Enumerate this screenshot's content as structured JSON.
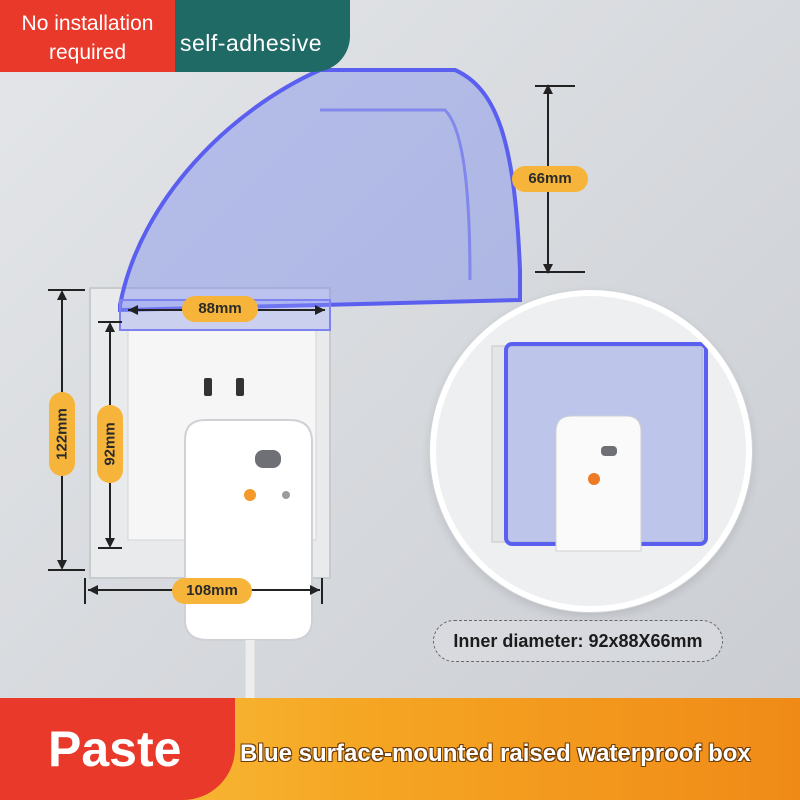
{
  "badges": {
    "install": "No installation\nrequired",
    "adhesive": "self-adhesive"
  },
  "dimensions": {
    "height_cover": "66mm",
    "width_top": "88mm",
    "height_outer": "122mm",
    "height_inner": "92mm",
    "width_bottom": "108mm"
  },
  "caption": "Inner diameter: 92x88X66mm",
  "banner": {
    "left": "Paste",
    "right": "Blue surface-mounted raised waterproof box"
  },
  "colors": {
    "red": "#e8392a",
    "teal": "#1f6a64",
    "orange": "#f6b53a",
    "cover_blue": "#5b5ff0"
  }
}
